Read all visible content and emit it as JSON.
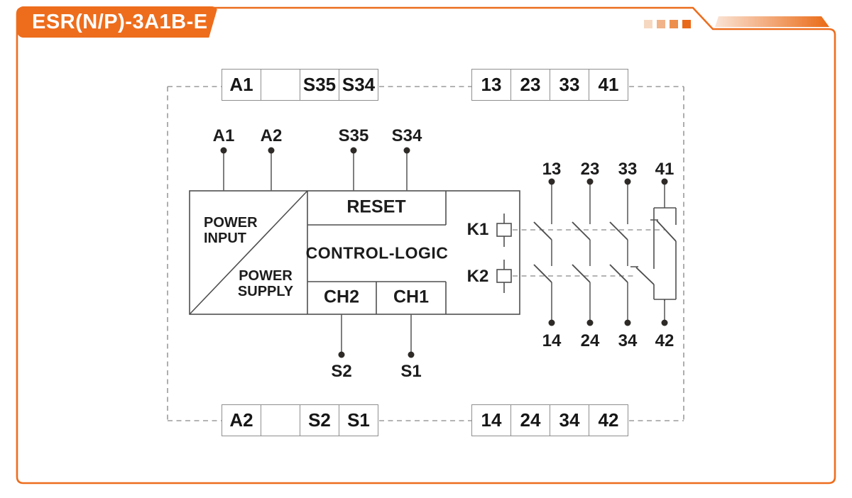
{
  "header": {
    "badge_label": "ESR(N/P)-3A1B-E",
    "accent_color": "#ED6D1D",
    "decor_squares": [
      "#F6D8C1",
      "#F1B389",
      "#ED8F4C",
      "#E9691A"
    ],
    "bar_gradient": [
      "#FAE4D6",
      "#EA6A15"
    ]
  },
  "strips": {
    "top_left": [
      "A1",
      "",
      "S35",
      "S34"
    ],
    "top_right": [
      "13",
      "23",
      "33",
      "41"
    ],
    "bottom_left": [
      "A2",
      "",
      "S2",
      "S1"
    ],
    "bottom_right": [
      "14",
      "24",
      "34",
      "42"
    ]
  },
  "schematic": {
    "top_terminals": [
      "A1",
      "A2",
      "S35",
      "S34"
    ],
    "bottom_terminals": [
      "S2",
      "S1"
    ],
    "contact_terminals_top": [
      "13",
      "23",
      "33",
      "41"
    ],
    "contact_terminals_bottom": [
      "14",
      "24",
      "34",
      "42"
    ],
    "power_input": [
      "POWER",
      "INPUT"
    ],
    "power_supply": [
      "POWER",
      "SUPPLY"
    ],
    "reset_label": "RESET",
    "control_logic_label": "CONTROL-LOGIC",
    "ch2_label": "CH2",
    "ch1_label": "CH1",
    "k1_label": "K1",
    "k2_label": "K2",
    "line_color": "#555555",
    "dash_color": "#9B9B9B",
    "dot_color": "#2D2A27"
  }
}
